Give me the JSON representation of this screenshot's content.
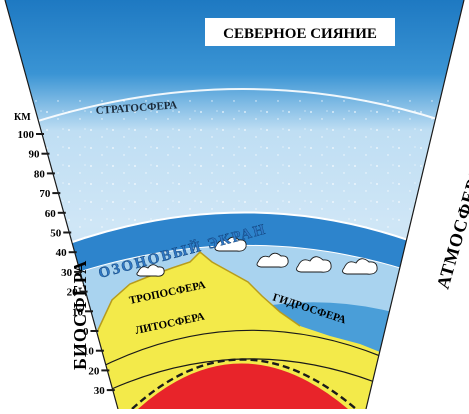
{
  "title": "СЕВЕРНОЕ СИЯНИЕ",
  "layers": {
    "stratosphere": "СТРАТОСФЕРА",
    "ozone": "ОЗОНОВЫЙ ЭКРАН",
    "troposphere": "ТРОПОСФЕРА",
    "hydrosphere": "ГИДРОСФЕРА",
    "lithosphere": "ЛИТОСФЕРА"
  },
  "side_labels": {
    "left": "БИОСФЕРА",
    "right": "АТМОСФЕРА"
  },
  "scale": {
    "unit": "КМ",
    "ticks": [
      "100",
      "90",
      "80",
      "70",
      "60",
      "50",
      "40",
      "30",
      "20",
      "10",
      "0",
      "10",
      "20",
      "30"
    ]
  },
  "colors": {
    "sky_top": "#1f7fc6",
    "sky_light": "#cfe6f6",
    "ozone_band": "#2d84cc",
    "troposphere_sky": "#a9d3ef",
    "land_yellow": "#f3ea4a",
    "water_blue": "#4a9ed8",
    "core_red": "#e8242a",
    "outline": "#1a1a1a",
    "label_box": "#ffffff"
  }
}
